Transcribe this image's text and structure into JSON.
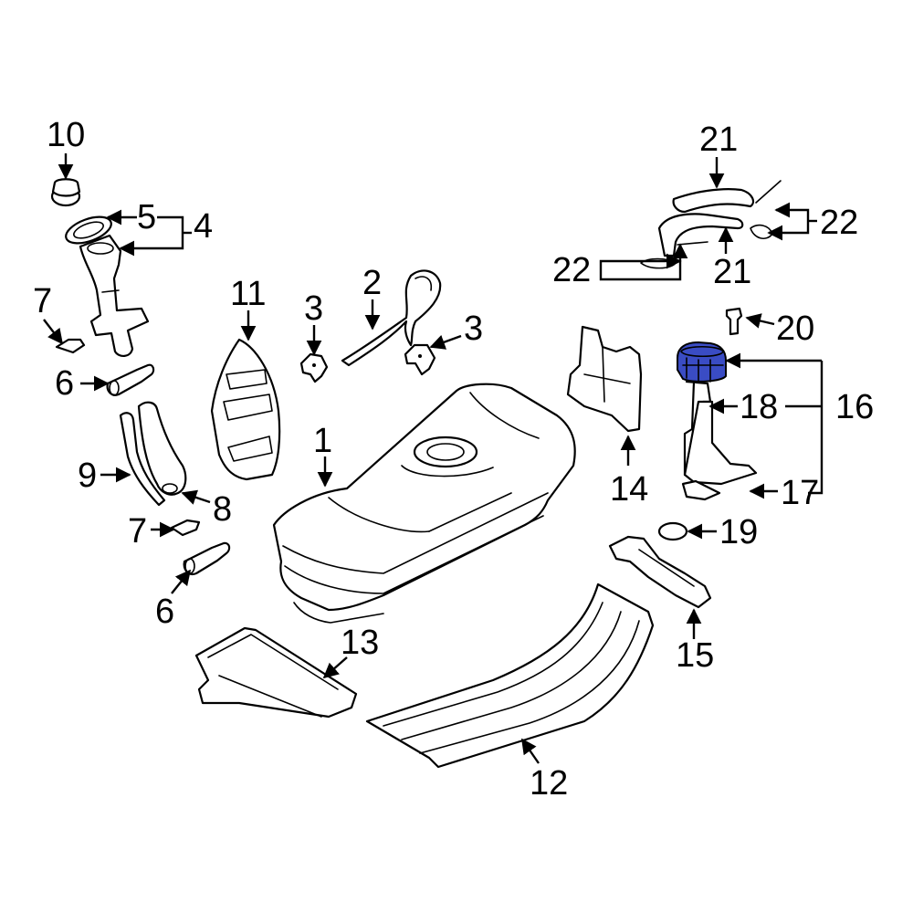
{
  "highlight_color": "#3a4cc4",
  "callouts": {
    "c1": "1",
    "c2": "2",
    "c3a": "3",
    "c3b": "3",
    "c4": "4",
    "c5": "5",
    "c6a": "6",
    "c6b": "6",
    "c7a": "7",
    "c7b": "7",
    "c8": "8",
    "c9": "9",
    "c10": "10",
    "c11": "11",
    "c12": "12",
    "c13": "13",
    "c14": "14",
    "c15": "15",
    "c16": "16",
    "c17": "17",
    "c18": "18",
    "c19": "19",
    "c20": "20",
    "c21a": "21",
    "c21b": "21",
    "c22a": "22",
    "c22b": "22"
  }
}
